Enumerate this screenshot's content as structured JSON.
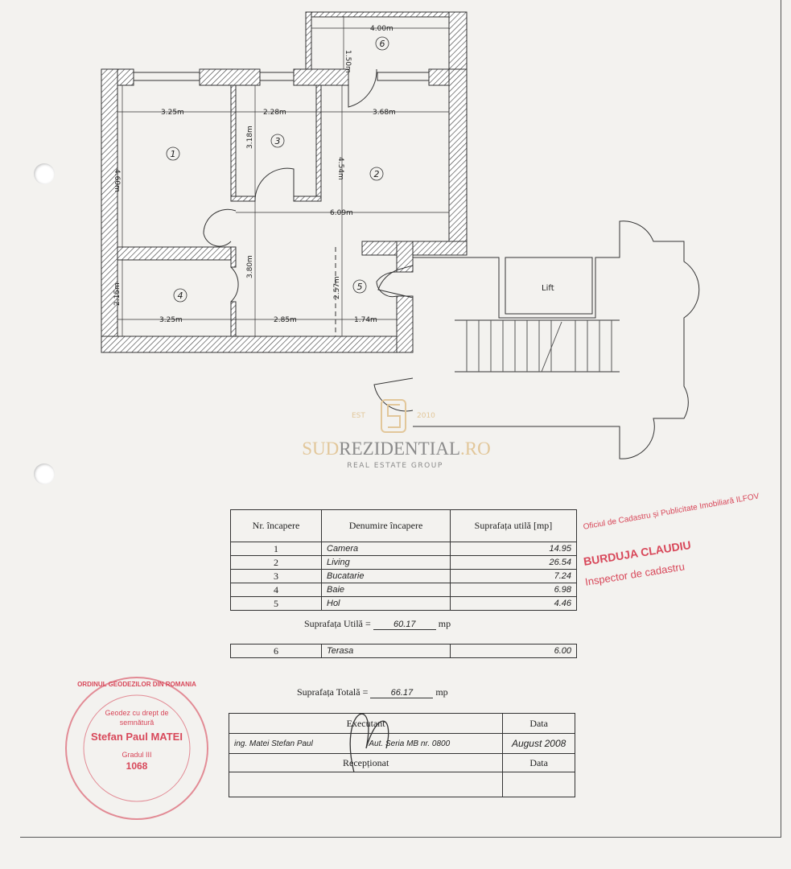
{
  "plan": {
    "rooms": [
      "1",
      "2",
      "3",
      "4",
      "5",
      "6"
    ],
    "dimensions": {
      "terrace_width": "4.00m",
      "terrace_depth": "1.50m",
      "room1_width": "3.25m",
      "room3_width": "2.28m",
      "room2_width": "3.68m",
      "room1_depth": "4.60m",
      "room3_depth": "3.18m",
      "room2_depth": "4.54m",
      "hall_width": "6.09m",
      "hall_depth": "3.80m",
      "room4_depth": "2.15m",
      "room5_depth": "2.57m",
      "room4_width": "3.25m",
      "hall_bottom_width": "2.85m",
      "room5_width": "1.74m"
    },
    "lift_label": "Lift"
  },
  "watermark": {
    "est": "EST",
    "year": "2010",
    "brand_part1": "SUD",
    "brand_part2": "REZIDENTIAL",
    "brand_part3": ".RO",
    "tagline": "REAL ESTATE GROUP",
    "gold_color": "#e2c79a",
    "gray_color": "#8a8a8a"
  },
  "rooms_table": {
    "headers": [
      "Nr. încapere",
      "Denumire încapere",
      "Suprafața utilă [mp]"
    ],
    "rows": [
      {
        "nr": "1",
        "name": "Camera",
        "area": "14.95"
      },
      {
        "nr": "2",
        "name": "Living",
        "area": "26.54"
      },
      {
        "nr": "3",
        "name": "Bucatarie",
        "area": "7.24"
      },
      {
        "nr": "4",
        "name": "Baie",
        "area": "6.98"
      },
      {
        "nr": "5",
        "name": "Hol",
        "area": "4.46"
      }
    ]
  },
  "useful_area": {
    "label": "Suprafața Utilă =",
    "value": "60.17",
    "unit": "mp"
  },
  "terrace_row": {
    "nr": "6",
    "name": "Terasa",
    "area": "6.00"
  },
  "total_area": {
    "label": "Suprafața Totală =",
    "value": "66.17",
    "unit": "mp"
  },
  "signature_table": {
    "executant_label": "Executant",
    "date_label": "Data",
    "executant_name": "ing. Matei Stefan Paul",
    "authorization": "Aut. Seria MB nr. 0800",
    "date": "August 2008",
    "received_label": "Recepționat",
    "received_date_label": "Data"
  },
  "stamp": {
    "office": "Oficiul de Cadastru și Publicitate Imobiliară ILFOV",
    "name": "BURDUJA CLAUDIU",
    "role": "Inspector de cadastru",
    "color": "#d8485a"
  },
  "seal": {
    "ring_text": "ORDINUL GEODEZILOR DIN ROMANIA",
    "line1": "Geodez cu drept de semnătură",
    "line2": "Stefan Paul MATEI",
    "line3": "Gradul III",
    "number": "1068"
  }
}
